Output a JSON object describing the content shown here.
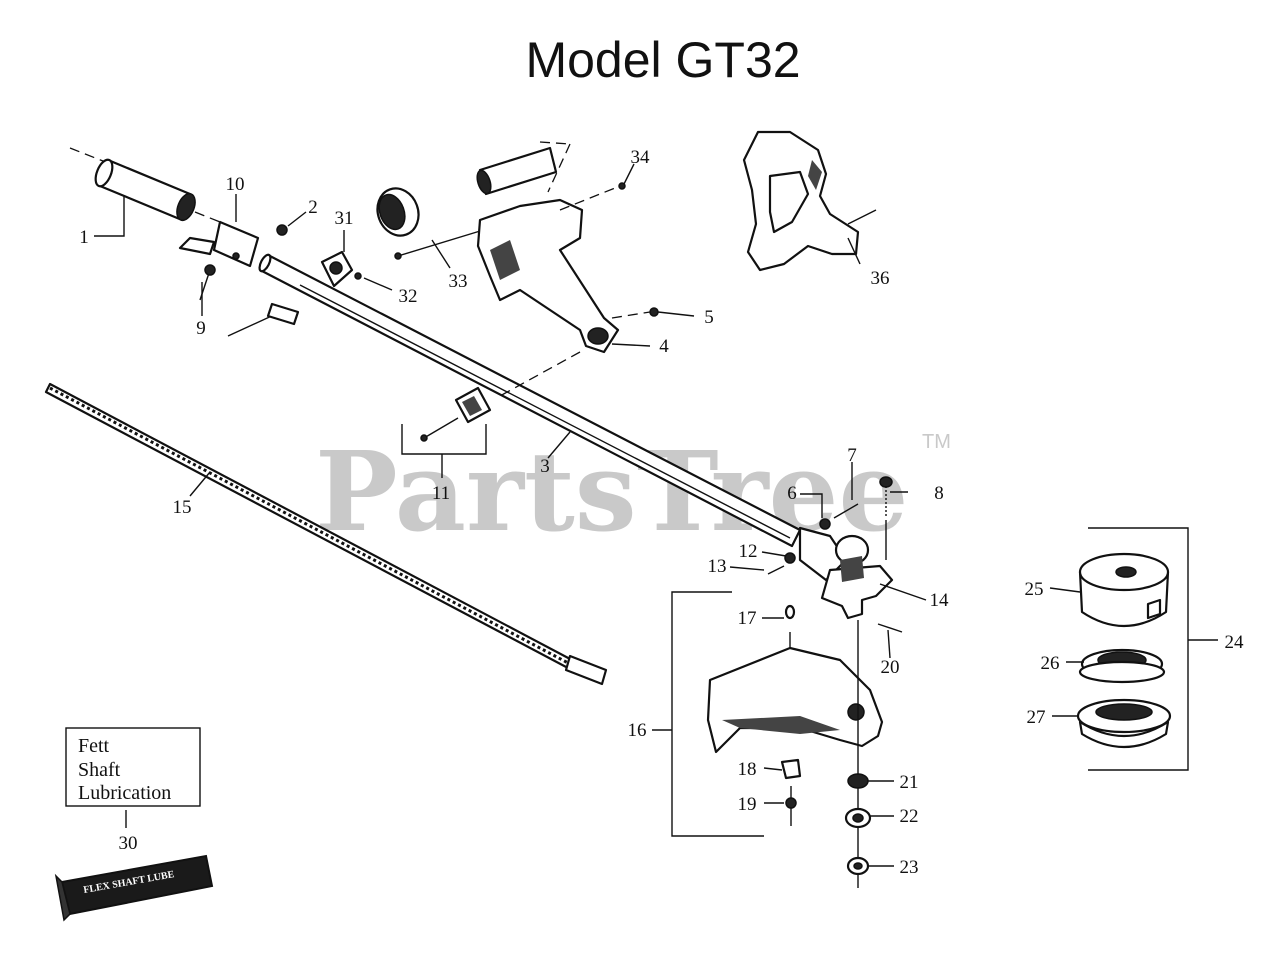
{
  "title": "Model GT32",
  "watermark": {
    "text": "PartsTree",
    "trademark": "TM"
  },
  "callouts": {
    "p1": "1",
    "p2": "2",
    "p3": "3",
    "p4": "4",
    "p5": "5",
    "p6": "6",
    "p7": "7",
    "p8": "8",
    "p9": "9",
    "p10": "10",
    "p11": "11",
    "p12": "12",
    "p13": "13",
    "p14": "14",
    "p15": "15",
    "p16": "16",
    "p17": "17",
    "p18": "18",
    "p19": "19",
    "p20": "20",
    "p21": "21",
    "p22": "22",
    "p23": "23",
    "p24": "24",
    "p25": "25",
    "p26": "26",
    "p27": "27",
    "p30": "30",
    "p31": "31",
    "p32": "32",
    "p33": "33",
    "p34": "34",
    "p36": "36"
  },
  "lubrication_box": {
    "line1": "Fett",
    "line2": "Shaft",
    "line3": "Lubrication"
  },
  "lube_tube_label": "FLEX SHAFT LUBE"
}
